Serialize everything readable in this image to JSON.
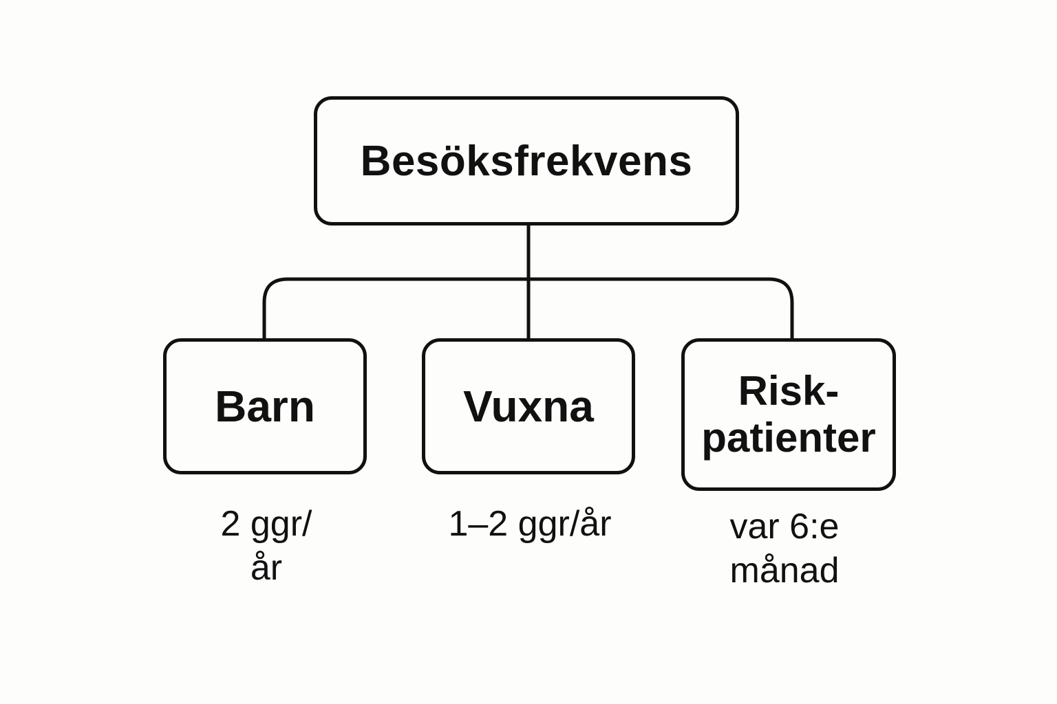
{
  "diagram": {
    "root": {
      "label": "Besöksfrekvens"
    },
    "children": [
      {
        "id": "barn",
        "label": [
          "Barn"
        ],
        "frequency": [
          "2 ggr/",
          "år"
        ]
      },
      {
        "id": "vuxna",
        "label": [
          "Vuxna"
        ],
        "frequency": [
          "1–2 ggr/år"
        ]
      },
      {
        "id": "risk",
        "label": [
          "Risk-",
          "patienter"
        ],
        "frequency": [
          "var 6:e",
          "månad"
        ]
      }
    ],
    "colors": {
      "stroke": "#111111",
      "background": "#fdfdfb",
      "text": "#111111"
    }
  }
}
